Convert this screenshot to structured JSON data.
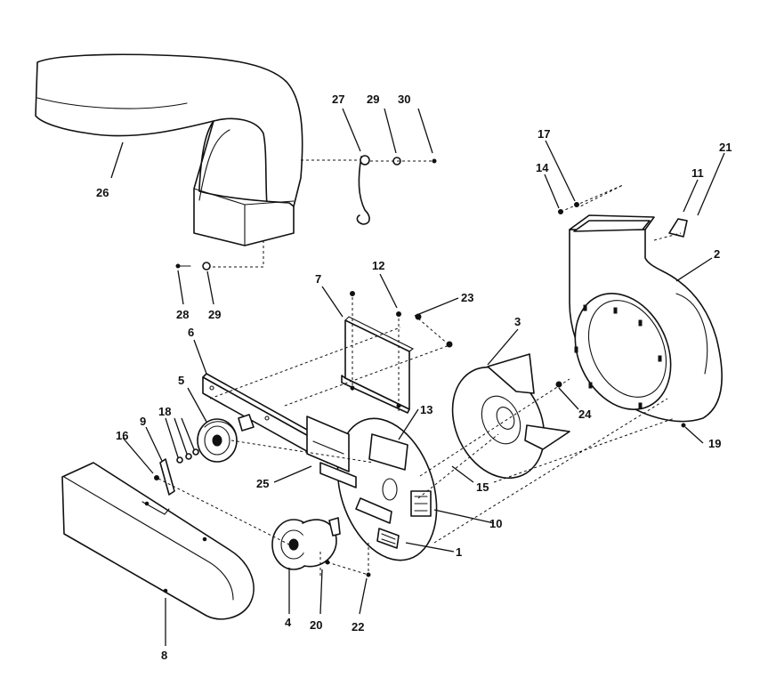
{
  "diagram": {
    "callouts": [
      {
        "id": "c1",
        "text": "1"
      },
      {
        "id": "c2",
        "text": "2"
      },
      {
        "id": "c3",
        "text": "3"
      },
      {
        "id": "c4",
        "text": "4"
      },
      {
        "id": "c5",
        "text": "5"
      },
      {
        "id": "c6",
        "text": "6"
      },
      {
        "id": "c7",
        "text": "7"
      },
      {
        "id": "c8",
        "text": "8"
      },
      {
        "id": "c9",
        "text": "9"
      },
      {
        "id": "c10",
        "text": "10"
      },
      {
        "id": "c11",
        "text": "11"
      },
      {
        "id": "c12",
        "text": "12"
      },
      {
        "id": "c13",
        "text": "13"
      },
      {
        "id": "c14",
        "text": "14"
      },
      {
        "id": "c15",
        "text": "15"
      },
      {
        "id": "c16",
        "text": "16"
      },
      {
        "id": "c17",
        "text": "17"
      },
      {
        "id": "c18",
        "text": "18"
      },
      {
        "id": "c19",
        "text": "19"
      },
      {
        "id": "c20",
        "text": "20"
      },
      {
        "id": "c21",
        "text": "21"
      },
      {
        "id": "c22",
        "text": "22"
      },
      {
        "id": "c23",
        "text": "23"
      },
      {
        "id": "c24",
        "text": "24"
      },
      {
        "id": "c25",
        "text": "25"
      },
      {
        "id": "c26",
        "text": "26"
      },
      {
        "id": "c27",
        "text": "27"
      },
      {
        "id": "c28",
        "text": "28"
      },
      {
        "id": "c29a",
        "text": "29"
      },
      {
        "id": "c29b",
        "text": "29"
      },
      {
        "id": "c30",
        "text": "30"
      }
    ]
  }
}
